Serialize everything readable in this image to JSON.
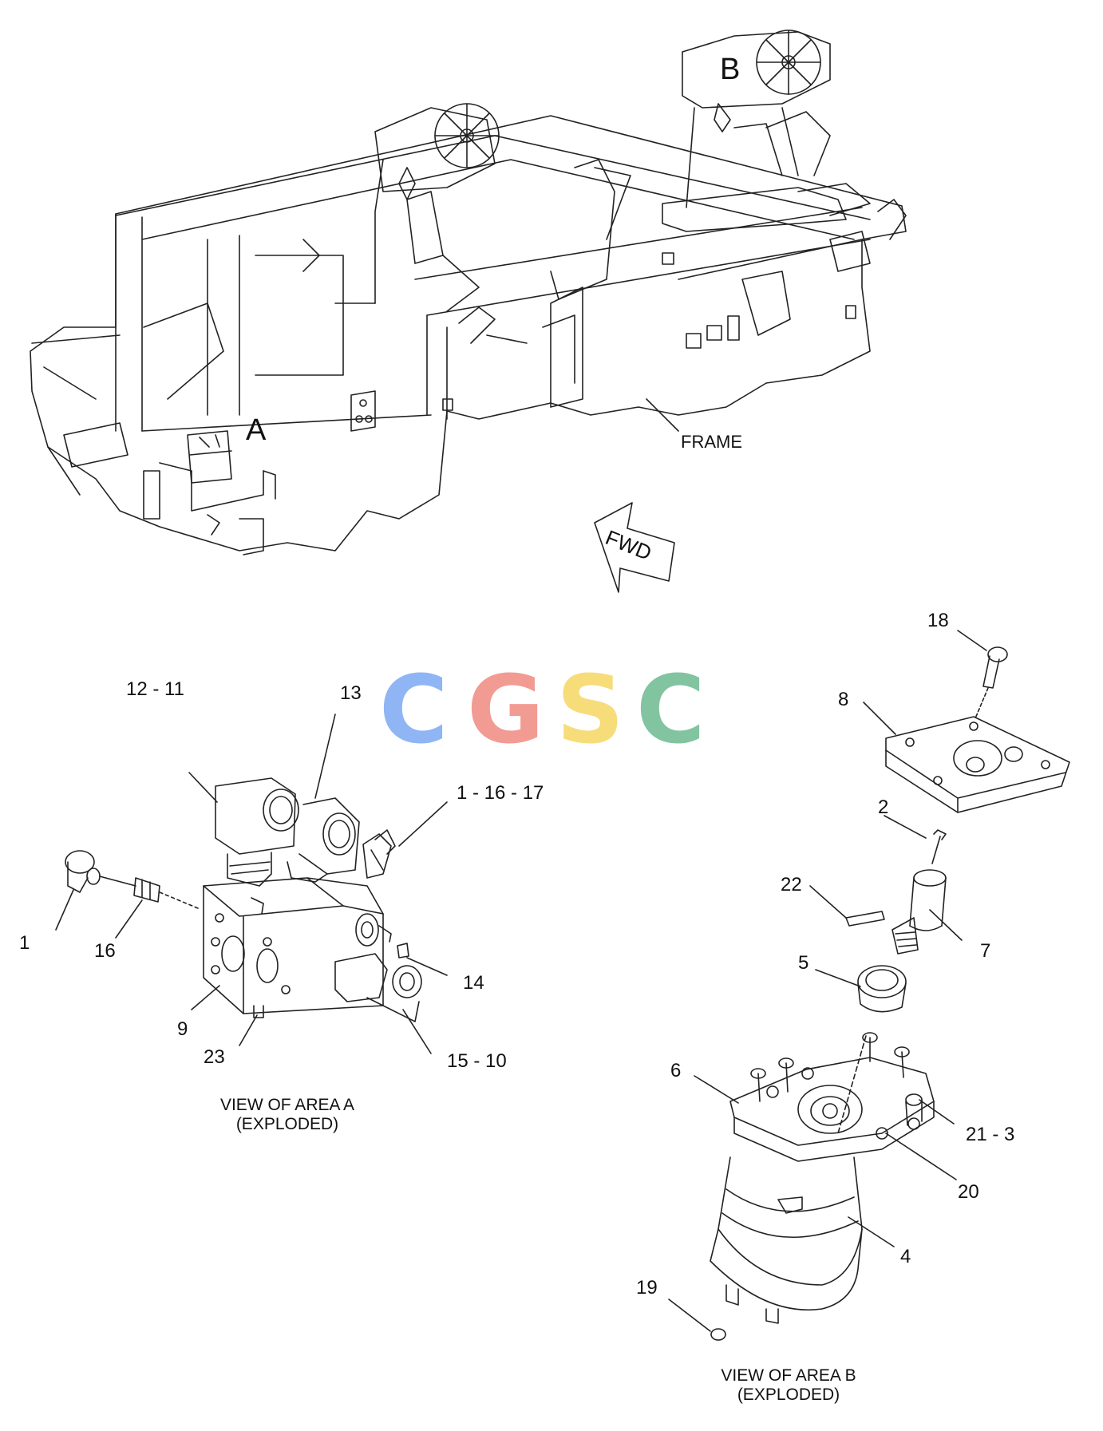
{
  "labels": {
    "area_a": "A",
    "area_b": "B",
    "frame": "FRAME",
    "fwd": "FWD",
    "p1": "1",
    "p16": "16",
    "p12_11": "12 - 11",
    "p13": "13",
    "p1_16_17": "1 - 16 - 17",
    "p14": "14",
    "p15_10": "15 - 10",
    "p9": "9",
    "p23": "23",
    "p18": "18",
    "p8": "8",
    "p2": "2",
    "p22": "22",
    "p7": "7",
    "p5": "5",
    "p6": "6",
    "p21_3": "21 - 3",
    "p20": "20",
    "p4": "4",
    "p19": "19"
  },
  "captions": {
    "view_a_line1": "VIEW OF AREA A",
    "view_a_line2": "(EXPLODED)",
    "view_b_line1": "VIEW OF AREA B",
    "view_b_line2": "(EXPLODED)"
  },
  "watermark": {
    "letters": [
      "C",
      "G",
      "S",
      "C"
    ],
    "colors": [
      "#8fb5f5",
      "#f29b93",
      "#f7dc7a",
      "#82c4a0"
    ]
  }
}
